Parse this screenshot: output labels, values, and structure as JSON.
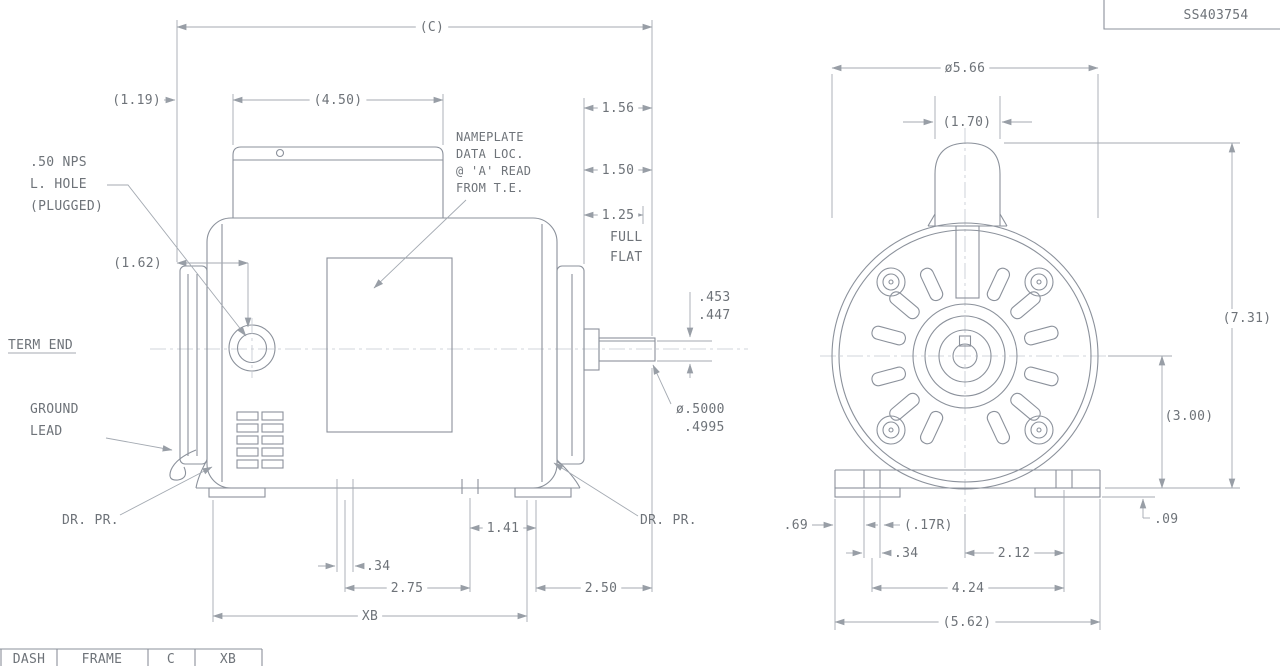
{
  "title_block": {
    "part_number": "SS403754"
  },
  "colors": {
    "object_line": "#8b919b",
    "dim_line": "#a4aab2",
    "text": "#6e7379"
  },
  "side_view": {
    "labels": {
      "c": "(C)",
      "d119": "(1.19)",
      "d450": "(4.50)",
      "d156": "1.56",
      "d150": "1.50",
      "d125": "1.25",
      "full": "FULL",
      "flat": "FLAT",
      "nps1": ".50 NPS",
      "nps2": "L. HOLE",
      "nps3": "(PLUGGED)",
      "np1": "NAMEPLATE",
      "np2": "DATA LOC.",
      "np3": "@ 'A' READ",
      "np4": "FROM T.E.",
      "d162": "(1.62)",
      "term_end": "TERM END",
      "gnd1": "GROUND",
      "gnd2": "LEAD",
      "d453": ".453",
      "d447": ".447",
      "d5000": "ø.5000",
      "d4995": ".4995",
      "drpr_left": "DR. PR.",
      "drpr_right": "DR. PR.",
      "d141": "1.41",
      "d34": ".34",
      "d275": "2.75",
      "d250": "2.50",
      "xb": "XB"
    }
  },
  "end_view": {
    "labels": {
      "d566": "ø5.66",
      "d170": "(1.70)",
      "d731": "(7.31)",
      "d300": "(3.00)",
      "d69": ".69",
      "d17r": "(.17R)",
      "d34": ".34",
      "d212": "2.12",
      "d424": "4.24",
      "d562": "(5.62)",
      "d09": ".09"
    }
  },
  "table": {
    "headers": [
      "DASH",
      "FRAME",
      "C",
      "XB"
    ]
  }
}
